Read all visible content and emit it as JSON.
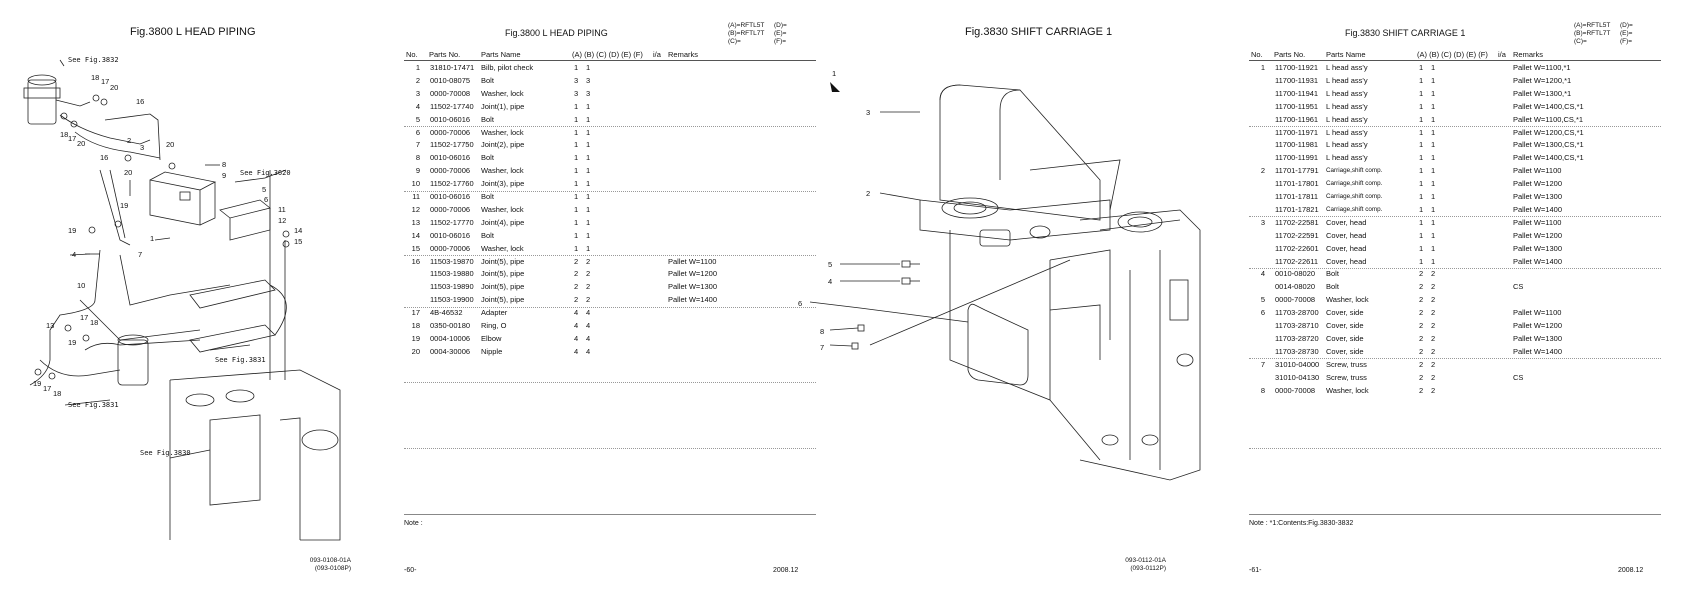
{
  "left_fig": {
    "title": "Fig.3800  L HEAD PIPING",
    "see_refs": [
      "See Fig.3832",
      "See Fig.3620",
      "See Fig.3831",
      "See Fig.3831",
      "See Fig.3830"
    ],
    "callouts": [
      "18",
      "17",
      "20",
      "16",
      "18",
      "17",
      "20",
      "16",
      "2",
      "3",
      "20",
      "20",
      "8",
      "9",
      "5",
      "6",
      "11",
      "12",
      "14",
      "15",
      "19",
      "1",
      "19",
      "4",
      "7",
      "10",
      "13",
      "17",
      "18",
      "19",
      "19",
      "17",
      "18"
    ],
    "code": [
      "093-0108-01A",
      "(093-0108P)"
    ]
  },
  "left_list": {
    "title": "Fig.3800  L HEAD PIPING",
    "variants": [
      [
        "(A)=RFTL5T",
        "(D)="
      ],
      [
        "(B)=RFTL7T",
        "(E)="
      ],
      [
        "(C)=",
        "(F)="
      ]
    ],
    "columns": {
      "no": "No.",
      "parts_no": "Parts No.",
      "parts_name": "Parts Name",
      "cols": "(A) (B) (C) (D) (E) (F)",
      "ia": "i/a",
      "remarks": "Remarks"
    },
    "rows": [
      {
        "no": "1",
        "part": "31810-17471",
        "name": "Bilb, pilot check",
        "a": "1",
        "b": "1",
        "remarks": ""
      },
      {
        "no": "2",
        "part": "0010-08075",
        "name": "Bolt",
        "a": "3",
        "b": "3",
        "remarks": ""
      },
      {
        "no": "3",
        "part": "0000-70008",
        "name": "Washer, lock",
        "a": "3",
        "b": "3",
        "remarks": ""
      },
      {
        "no": "4",
        "part": "11502-17740",
        "name": "Joint(1), pipe",
        "a": "1",
        "b": "1",
        "remarks": ""
      },
      {
        "no": "5",
        "part": "0010-06016",
        "name": "Bolt",
        "a": "1",
        "b": "1",
        "remarks": ""
      },
      {
        "no": "6",
        "part": "0000-70006",
        "name": "Washer, lock",
        "a": "1",
        "b": "1",
        "remarks": ""
      },
      {
        "no": "7",
        "part": "11502-17750",
        "name": "Joint(2), pipe",
        "a": "1",
        "b": "1",
        "remarks": ""
      },
      {
        "no": "8",
        "part": "0010-06016",
        "name": "Bolt",
        "a": "1",
        "b": "1",
        "remarks": ""
      },
      {
        "no": "9",
        "part": "0000-70006",
        "name": "Washer, lock",
        "a": "1",
        "b": "1",
        "remarks": ""
      },
      {
        "no": "10",
        "part": "11502-17760",
        "name": "Joint(3), pipe",
        "a": "1",
        "b": "1",
        "remarks": ""
      },
      {
        "no": "11",
        "part": "0010-06016",
        "name": "Bolt",
        "a": "1",
        "b": "1",
        "remarks": ""
      },
      {
        "no": "12",
        "part": "0000-70006",
        "name": "Washer, lock",
        "a": "1",
        "b": "1",
        "remarks": ""
      },
      {
        "no": "13",
        "part": "11502-17770",
        "name": "Joint(4), pipe",
        "a": "1",
        "b": "1",
        "remarks": ""
      },
      {
        "no": "14",
        "part": "0010-06016",
        "name": "Bolt",
        "a": "1",
        "b": "1",
        "remarks": ""
      },
      {
        "no": "15",
        "part": "0000-70006",
        "name": "Washer, lock",
        "a": "1",
        "b": "1",
        "remarks": ""
      },
      {
        "no": "16",
        "part": "11503-19870",
        "name": "Joint(5), pipe",
        "a": "2",
        "b": "2",
        "remarks": "Pallet W=1100"
      },
      {
        "no": "",
        "part": "11503-19880",
        "name": "Joint(5), pipe",
        "a": "2",
        "b": "2",
        "remarks": "Pallet W=1200"
      },
      {
        "no": "",
        "part": "11503-19890",
        "name": "Joint(5), pipe",
        "a": "2",
        "b": "2",
        "remarks": "Pallet W=1300"
      },
      {
        "no": "",
        "part": "11503-19900",
        "name": "Joint(5), pipe",
        "a": "2",
        "b": "2",
        "remarks": "Pallet W=1400"
      },
      {
        "no": "17",
        "part": "4B-46532",
        "name": "Adapter",
        "a": "4",
        "b": "4",
        "remarks": ""
      },
      {
        "no": "18",
        "part": "0350-00180",
        "name": "Ring, O",
        "a": "4",
        "b": "4",
        "remarks": ""
      },
      {
        "no": "19",
        "part": "0004-10006",
        "name": "Elbow",
        "a": "4",
        "b": "4",
        "remarks": ""
      },
      {
        "no": "20",
        "part": "0004-30006",
        "name": "Nipple",
        "a": "4",
        "b": "4",
        "remarks": ""
      }
    ],
    "note": "Note :",
    "page": "-60-",
    "date": "2008.12"
  },
  "right_fig": {
    "title": "Fig.3830  SHIFT CARRIAGE 1",
    "callouts": [
      "1",
      "3",
      "2",
      "5",
      "4",
      "6",
      "8",
      "7"
    ],
    "code": [
      "093-0112-01A",
      "(093-0112P)"
    ]
  },
  "right_list": {
    "title": "Fig.3830  SHIFT CARRIAGE 1",
    "variants": [
      [
        "(A)=RFTL5T",
        "(D)="
      ],
      [
        "(B)=RFTL7T",
        "(E)="
      ],
      [
        "(C)=",
        "(F)="
      ]
    ],
    "columns": {
      "no": "No.",
      "parts_no": "Parts No.",
      "parts_name": "Parts Name",
      "cols": "(A) (B) (C) (D) (E) (F)",
      "ia": "i/a",
      "remarks": "Remarks"
    },
    "rows": [
      {
        "no": "1",
        "part": "11700-11921",
        "name": "L head ass'y",
        "a": "1",
        "b": "1",
        "remarks": "Pallet W=1100,*1"
      },
      {
        "no": "",
        "part": "11700-11931",
        "name": "L head ass'y",
        "a": "1",
        "b": "1",
        "remarks": "Pallet W=1200,*1"
      },
      {
        "no": "",
        "part": "11700-11941",
        "name": "L head ass'y",
        "a": "1",
        "b": "1",
        "remarks": "Pallet W=1300,*1"
      },
      {
        "no": "",
        "part": "11700-11951",
        "name": "L head ass'y",
        "a": "1",
        "b": "1",
        "remarks": "Pallet W=1400,CS,*1"
      },
      {
        "no": "",
        "part": "11700-11961",
        "name": "L head ass'y",
        "a": "1",
        "b": "1",
        "remarks": "Pallet W=1100,CS,*1"
      },
      {
        "no": "",
        "part": "11700-11971",
        "name": "L head ass'y",
        "a": "1",
        "b": "1",
        "remarks": "Pallet W=1200,CS,*1"
      },
      {
        "no": "",
        "part": "11700-11981",
        "name": "L head ass'y",
        "a": "1",
        "b": "1",
        "remarks": "Pallet W=1300,CS,*1"
      },
      {
        "no": "",
        "part": "11700-11991",
        "name": "L head ass'y",
        "a": "1",
        "b": "1",
        "remarks": "Pallet W=1400,CS,*1"
      },
      {
        "no": "2",
        "part": "11701-17791",
        "name": "Carriage,shift comp.",
        "a": "1",
        "b": "1",
        "remarks": "Pallet W=1100",
        "small": true
      },
      {
        "no": "",
        "part": "11701-17801",
        "name": "Carriage,shift comp.",
        "a": "1",
        "b": "1",
        "remarks": "Pallet W=1200",
        "small": true
      },
      {
        "no": "",
        "part": "11701-17811",
        "name": "Carriage,shift comp.",
        "a": "1",
        "b": "1",
        "remarks": "Pallet W=1300",
        "small": true
      },
      {
        "no": "",
        "part": "11701-17821",
        "name": "Carriage,shift comp.",
        "a": "1",
        "b": "1",
        "remarks": "Pallet W=1400",
        "small": true
      },
      {
        "no": "3",
        "part": "11702-22581",
        "name": "Cover, head",
        "a": "1",
        "b": "1",
        "remarks": "Pallet W=1100"
      },
      {
        "no": "",
        "part": "11702-22591",
        "name": "Cover, head",
        "a": "1",
        "b": "1",
        "remarks": "Pallet W=1200"
      },
      {
        "no": "",
        "part": "11702-22601",
        "name": "Cover, head",
        "a": "1",
        "b": "1",
        "remarks": "Pallet W=1300"
      },
      {
        "no": "",
        "part": "11702-22611",
        "name": "Cover, head",
        "a": "1",
        "b": "1",
        "remarks": "Pallet W=1400"
      },
      {
        "no": "4",
        "part": "0010-08020",
        "name": "Bolt",
        "a": "2",
        "b": "2",
        "remarks": ""
      },
      {
        "no": "",
        "part": "0014-08020",
        "name": "Bolt",
        "a": "2",
        "b": "2",
        "remarks": "CS"
      },
      {
        "no": "5",
        "part": "0000-70008",
        "name": "Washer, lock",
        "a": "2",
        "b": "2",
        "remarks": ""
      },
      {
        "no": "6",
        "part": "11703-28700",
        "name": "Cover, side",
        "a": "2",
        "b": "2",
        "remarks": "Pallet W=1100"
      },
      {
        "no": "",
        "part": "11703-28710",
        "name": "Cover, side",
        "a": "2",
        "b": "2",
        "remarks": "Pallet W=1200"
      },
      {
        "no": "",
        "part": "11703-28720",
        "name": "Cover, side",
        "a": "2",
        "b": "2",
        "remarks": "Pallet W=1300"
      },
      {
        "no": "",
        "part": "11703-28730",
        "name": "Cover, side",
        "a": "2",
        "b": "2",
        "remarks": "Pallet W=1400"
      },
      {
        "no": "7",
        "part": "31010-04000",
        "name": "Screw, truss",
        "a": "2",
        "b": "2",
        "remarks": ""
      },
      {
        "no": "",
        "part": "31010-04130",
        "name": "Screw, truss",
        "a": "2",
        "b": "2",
        "remarks": "CS"
      },
      {
        "no": "8",
        "part": "0000-70008",
        "name": "Washer, lock",
        "a": "2",
        "b": "2",
        "remarks": ""
      }
    ],
    "note": "Note :   *1:Contents:Fig.3830-3832",
    "page": "-61-",
    "date": "2008.12"
  }
}
